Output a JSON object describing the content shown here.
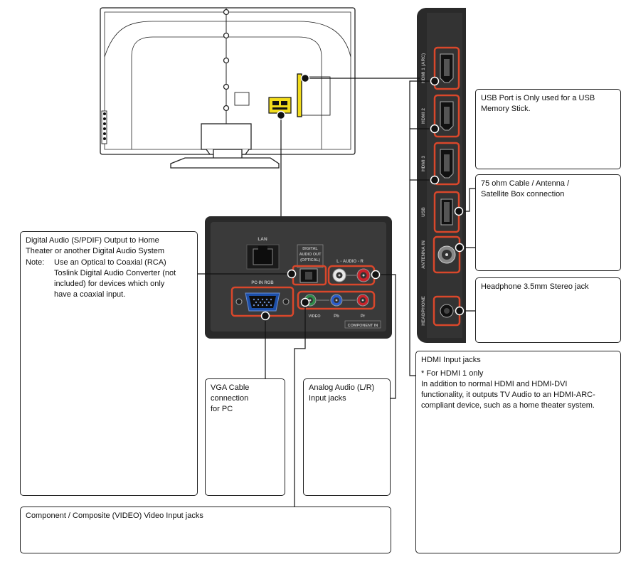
{
  "colors": {
    "highlight": "#d9472b",
    "panel_dark": "#2a2a2a",
    "panel_mid": "#3a3a3a",
    "connector_yellow": "#f2dc1c",
    "audio_white": "#e8e8e8",
    "audio_red": "#c8232b",
    "component_green": "#2e8b4a",
    "component_blue": "#2a5cc8"
  },
  "icons": [
    "tv-rear-outline",
    "hdmi-port",
    "usb-port",
    "coax-antenna-jack",
    "headphone-jack",
    "lan-port",
    "optical-port",
    "rca-jack",
    "vga-port"
  ],
  "panel_labels": {
    "lan": "LAN",
    "digital_audio": [
      "DIGITAL",
      "AUDIO OUT",
      "(OPTICAL)"
    ],
    "audio_lr": "L - AUDIO - R",
    "pc_in": "PC-IN RGB",
    "video": "VIDEO",
    "pb": "Pb",
    "pr": "Pr",
    "component_in": "COMPONENT IN"
  },
  "side_labels": {
    "hdmi1": "HDMI 1 (ARC)",
    "hdmi2": "HDMI 2",
    "hdmi3": "HDMI 3",
    "usb": "USB",
    "antenna": "ANTENNA IN",
    "headphone": "HEADPHONE"
  },
  "callouts": {
    "digital_audio": {
      "line1": "Digital Audio (S/PDIF) Output to Home",
      "line2": "Theater or another Digital Audio System",
      "note_label": "Note:",
      "note_line1": "Use an Optical to Coaxial (RCA)",
      "note_line2": "Toslink Digital Audio Converter (not",
      "note_line3": "included) for devices which only",
      "note_line4": "have a coaxial input."
    },
    "vga": {
      "line1": "VGA Cable",
      "line2": "connection",
      "line3": "for PC"
    },
    "analog_audio": {
      "line1": "Analog Audio (L/R)",
      "line2": "Input jacks"
    },
    "component": {
      "text": "Component / Composite (VIDEO) Video Input jacks"
    },
    "usb": {
      "line1": "USB Port is Only used for a USB",
      "line2": "Memory Stick."
    },
    "antenna": {
      "line1": "75 ohm Cable / Antenna /",
      "line2": "Satellite Box connection"
    },
    "headphone": {
      "text": "Headphone 3.5mm Stereo jack"
    },
    "hdmi": {
      "title": "HDMI Input jacks",
      "sub": "* For HDMI 1 only",
      "desc1": "In addition to normal HDMI and HDMI-DVI",
      "desc2": "functionality, it outputs TV Audio to an HDMI-ARC-",
      "desc3": "compliant device, such as a home theater system."
    }
  }
}
